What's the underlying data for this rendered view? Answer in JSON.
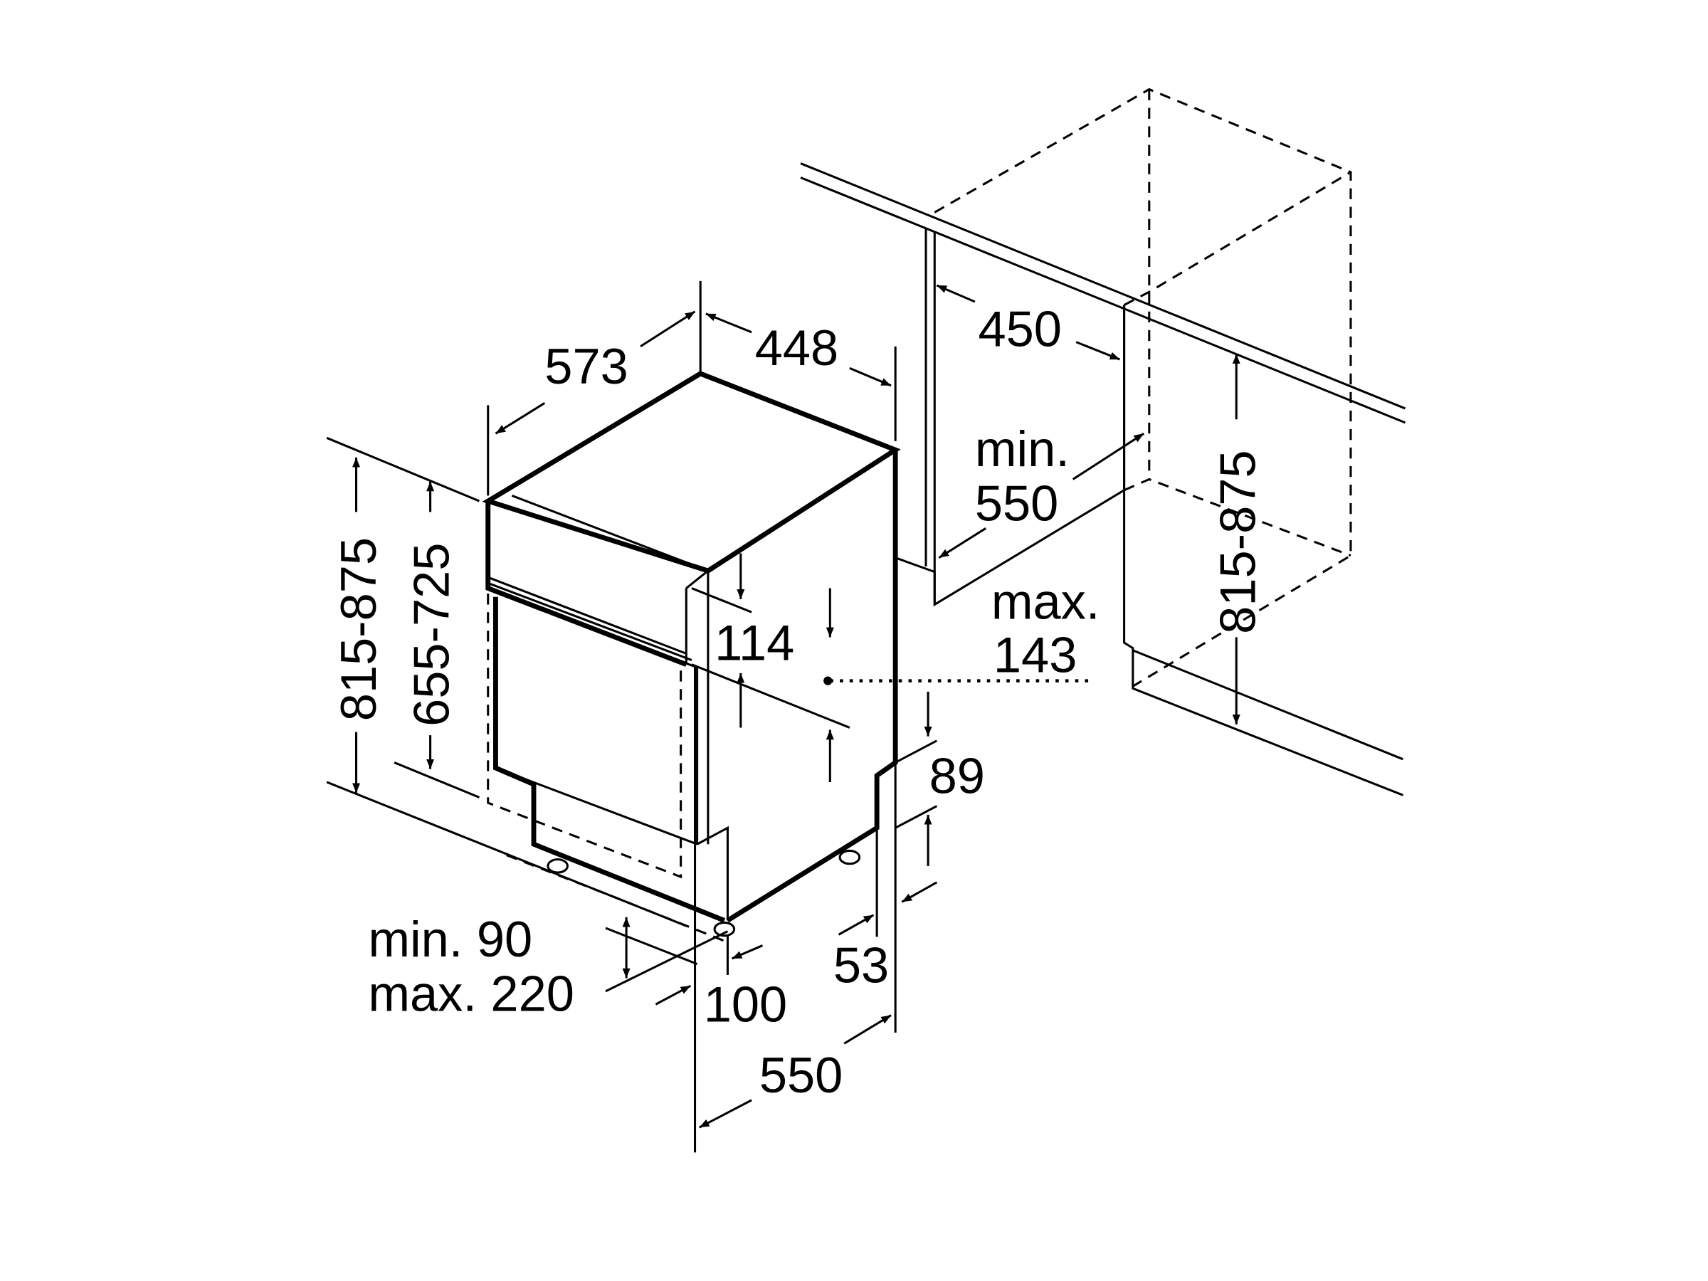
{
  "dimensions": {
    "depth_573": "573",
    "width_448": "448",
    "niche_width": "450",
    "niche_depth_min": "min.",
    "niche_depth_value": "550",
    "max_label": "max.",
    "max_value": "143",
    "panel_height": "114",
    "plinth_89": "89",
    "height_left": "815-875",
    "height_door": "655-725",
    "height_right": "815-875",
    "plinth_min": "min. 90",
    "plinth_max": "max. 220",
    "foot_100": "100",
    "foot_53": "53",
    "depth_550": "550"
  }
}
